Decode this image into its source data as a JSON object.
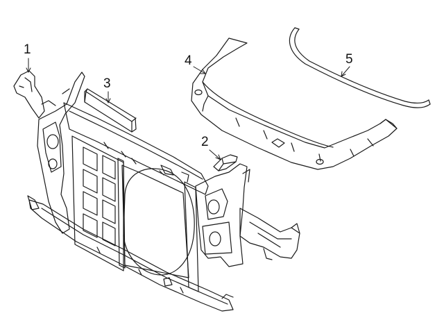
{
  "diagram": {
    "callouts": [
      {
        "id": "1",
        "label": "1",
        "part": "radiator-support-bracket"
      },
      {
        "id": "2",
        "label": "2",
        "part": "small-bracket"
      },
      {
        "id": "3",
        "label": "3",
        "part": "upper-seal-strip"
      },
      {
        "id": "4",
        "label": "4",
        "part": "upper-tie-bar"
      },
      {
        "id": "5",
        "label": "5",
        "part": "hood-seal"
      }
    ],
    "colors": {
      "line": "#1a1a1a",
      "background": "#ffffff"
    }
  }
}
